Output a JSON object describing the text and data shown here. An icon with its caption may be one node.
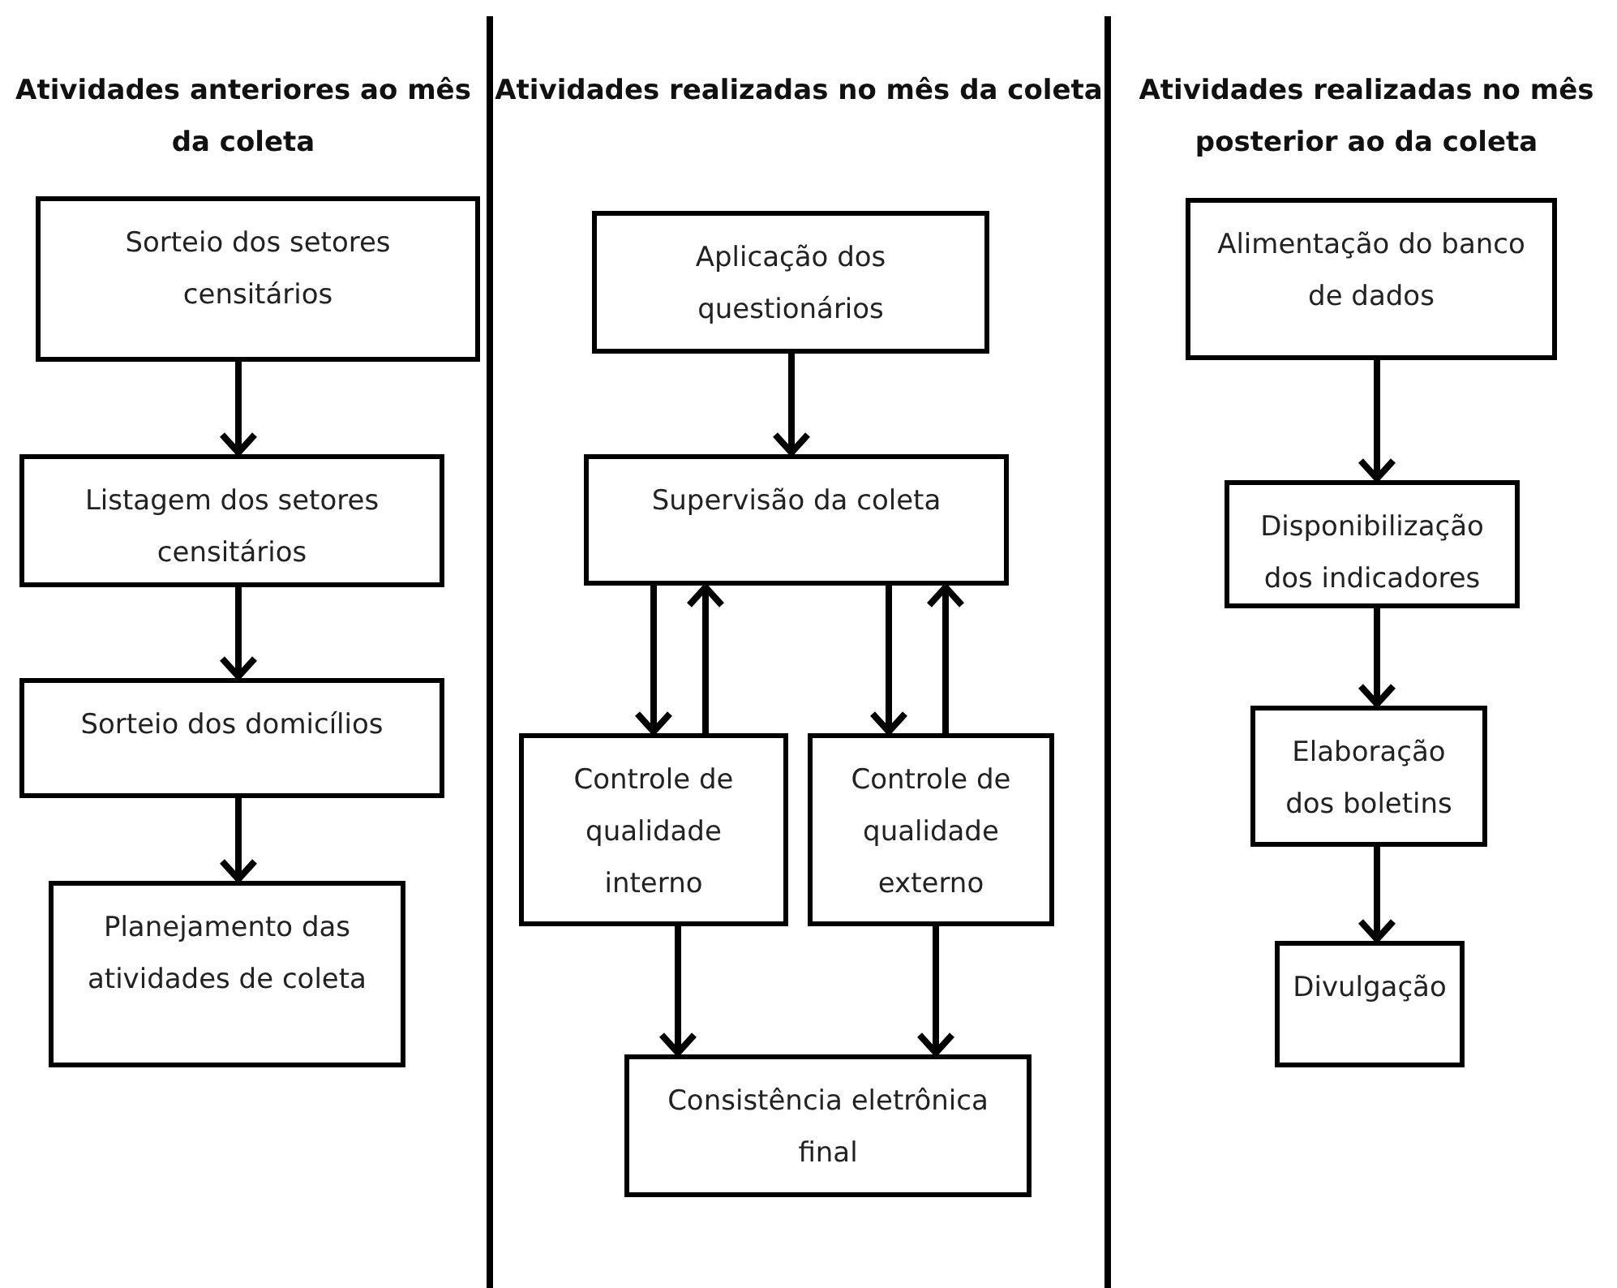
{
  "diagram": {
    "nodes": [
      {
        "text": [
          "Sorteio dos setores censitários"
        ]
      },
      {
        "text": [
          "Listagem dos setores censitários"
        ]
      },
      {
        "text": [
          "Sorteio dos domicílios"
        ]
      },
      {
        "text": [
          "Planejamento das atividades de coleta"
        ]
      },
      {
        "text": [
          "Aplicação dos questionários"
        ]
      },
      {
        "text": [
          "Supervisão da coleta"
        ]
      },
      {
        "text": [
          "Controle de qualidade interno"
        ]
      },
      {
        "text": [
          "Controle de qualidade externo"
        ]
      },
      {
        "text": [
          "Consistência eletrônica final"
        ]
      },
      {
        "text": [
          "Alimentação do banco de dados"
        ]
      },
      {
        "text": [
          "Disponibilização dos indicadores"
        ]
      },
      {
        "text": [
          "Elaboração dos boletins"
        ]
      },
      {
        "text": [
          "Divulgação"
        ]
      }
    ],
    "edges": [
      {
        "from": 0,
        "to": 1,
        "arrow": "to"
      },
      {
        "from": 1,
        "to": 2,
        "arrow": "to"
      },
      {
        "from": 2,
        "to": 3,
        "arrow": "to"
      },
      {
        "from": 4,
        "to": 5,
        "arrow": "to"
      },
      {
        "from": 5,
        "to": 6,
        "arrow": "to"
      },
      {
        "from": 6,
        "to": 5,
        "arrow": "to"
      },
      {
        "from": 5,
        "to": 7,
        "arrow": "to"
      },
      {
        "from": 7,
        "to": 5,
        "arrow": "to"
      },
      {
        "from": 6,
        "to": 8,
        "arrow": "to"
      },
      {
        "from": 7,
        "to": 8,
        "arrow": "to"
      },
      {
        "from": 9,
        "to": 10,
        "arrow": "to"
      },
      {
        "from": 10,
        "to": 11,
        "arrow": "to"
      },
      {
        "from": 11,
        "to": 12,
        "arrow": "to"
      }
    ],
    "labels": [
      "Atividades anteriores ao mês da coleta",
      "Atividades realizadas no mês da coleta",
      "Atividades realizadas no mês posterior ao da coleta"
    ]
  }
}
